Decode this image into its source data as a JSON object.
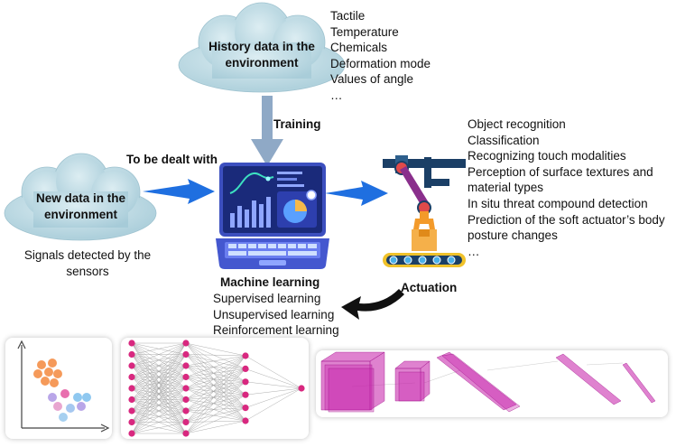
{
  "history_cloud": {
    "label": "History data in the environment"
  },
  "history_list": [
    "Tactile",
    "Temperature",
    "Chemicals",
    "Deformation mode",
    "Values of angle",
    "…"
  ],
  "training_label": "Training",
  "new_cloud": {
    "label": "New data in the environment"
  },
  "to_be_dealt_label": "To be dealt with",
  "signals_label": [
    "Signals detected by the",
    "sensors"
  ],
  "ml_title": "Machine learning",
  "ml_types": [
    "Supervised learning",
    "Unsupervised learning",
    "Reinforcement learning"
  ],
  "actuation_label": "Actuation",
  "applications": [
    "Object recognition",
    "Classification",
    "Recognizing touch modalities",
    "Perception of surface textures and",
    "material types",
    "In situ threat compound detection",
    "Prediction of the soft actuator’s body",
    "posture changes",
    "…"
  ],
  "colors": {
    "cloud": "#c2dde6",
    "arrow_blue": "#1f6fe0",
    "training_arrow": "#8fa9c6",
    "node_magenta": "#d8287f",
    "cnn_magenta": "#c51ca8"
  }
}
